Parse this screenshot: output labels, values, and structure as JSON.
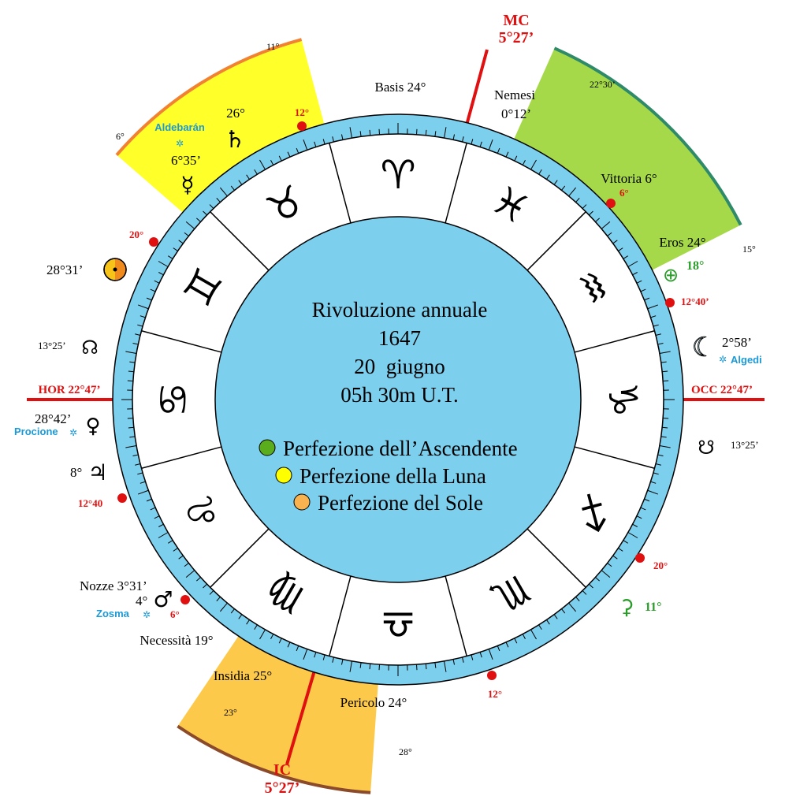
{
  "center": {
    "title": "Rivoluzione annuale",
    "year": "1647",
    "date": "20  giugno",
    "time": "05h 30m U.T."
  },
  "legend": [
    {
      "label": "Perfezione dell’Ascendente",
      "color": "#5aae1e"
    },
    {
      "label": "Perfezione della Luna",
      "color": "#ffff00"
    },
    {
      "label": "Perfezione del Sole",
      "color": "#f8b250"
    }
  ],
  "colors": {
    "ring": "#7dcfee",
    "sector_green": "#a6d94a",
    "sector_green_edge": "#2e8a68",
    "sector_yellow": "#ffff2a",
    "sector_yellow_edge": "#f28232",
    "sector_orange": "#fdc94a",
    "sector_orange_edge": "#8b4a2a",
    "axis": "#e01010",
    "red_label": "#e01010",
    "green_label": "#2a9c2a",
    "blue_label": "#1a9ad8"
  },
  "angles": {
    "mc": "MC",
    "mc_deg": "5°27’",
    "ic": "IC",
    "ic_deg": "5°27’",
    "hor": "HOR 22°47’",
    "occ": "OCC 22°47’"
  },
  "zodiac": [
    {
      "name": "aries-sign",
      "glyph": "♈"
    },
    {
      "name": "pisces-sign",
      "glyph": "♓"
    },
    {
      "name": "aquarius-sign",
      "glyph": "♒"
    },
    {
      "name": "capricorn-sign",
      "glyph": "♑"
    },
    {
      "name": "sagittarius-sign",
      "glyph": "♐"
    },
    {
      "name": "scorpio-sign",
      "glyph": "♏"
    },
    {
      "name": "libra-sign",
      "glyph": "♎"
    },
    {
      "name": "virgo-sign",
      "glyph": "♍"
    },
    {
      "name": "leo-sign",
      "glyph": "♌"
    },
    {
      "name": "cancer-sign",
      "glyph": "♋"
    },
    {
      "name": "gemini-sign",
      "glyph": "♊"
    },
    {
      "name": "taurus-sign",
      "glyph": "♉"
    }
  ],
  "sectors": {
    "yellow": {
      "start": "6°",
      "end": "11°"
    },
    "green": {
      "start": "22°30’",
      "end": "15°"
    },
    "orange": {
      "start": "23°",
      "end": "28°"
    }
  },
  "planets": {
    "saturn": {
      "glyph": "♄",
      "deg": "26°"
    },
    "mercury": {
      "glyph": "☿",
      "deg": "6°35’"
    },
    "sun": {
      "deg": "28°31’"
    },
    "north_node": {
      "glyph": "☊",
      "deg": "13°25’"
    },
    "venus": {
      "glyph": "♀",
      "deg": "28°42’"
    },
    "jupiter": {
      "glyph": "♃",
      "deg": "8°"
    },
    "mars": {
      "glyph": "♂",
      "deg": "4°"
    },
    "moon": {
      "glyph": "☾",
      "deg": "2°58’"
    },
    "south_node": {
      "glyph": "☋",
      "deg": "13°25’"
    },
    "earth": {
      "glyph": "⊕",
      "deg": "18°"
    },
    "ceres": {
      "glyph": "⚳",
      "deg": "11°"
    }
  },
  "stars": {
    "aldebaran": "Aldebarán",
    "procione": "Procione",
    "zosma": "Zosma",
    "algedi": "Algedi",
    "star_glyph": "✲"
  },
  "parts": {
    "basis": "Basis 24°",
    "nemesi_name": "Nemesi",
    "nemesi_deg": "0°12’",
    "vittoria": "Vittoria 6°",
    "eros": "Eros 24°",
    "nozze": "Nozze 3°31’",
    "necessita": "Necessità 19°",
    "insidia": "Insidia 25°",
    "pericolo": "Pericolo 24°"
  },
  "markers": {
    "m12_top": "12°",
    "m20_left": "20°",
    "m12_40_left": "12°40",
    "m6_left": "6°",
    "m12_bottom": "12°",
    "m20_right": "20°",
    "m12_40_right": "12°40’",
    "m6_right": "6°"
  }
}
